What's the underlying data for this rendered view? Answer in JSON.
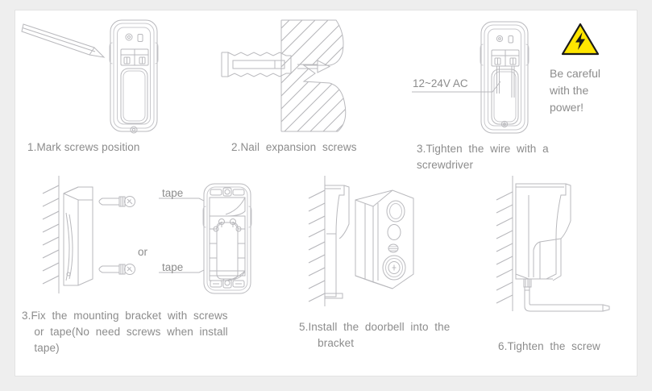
{
  "document": {
    "title": "Doorbell Installation Instructions",
    "background_color": "#eeeeee",
    "panel_color": "#ffffff",
    "text_color": "#8c8c8c",
    "line_art_color": "#b9b9bd"
  },
  "steps": [
    {
      "id": "step-1",
      "number": "1.",
      "caption": "1.Mark screws position",
      "illustration": "pencil-marking-doorbell-back-plate"
    },
    {
      "id": "step-2",
      "number": "2.",
      "caption": "2.Nail  expansion  screws",
      "illustration": "wall-anchor-into-hatched-wall"
    },
    {
      "id": "step-3",
      "number": "3.",
      "caption": "3.Tighten  the  wire  with  a\nscrewdriver",
      "illustration": "doorbell-back-with-wires-terminal",
      "wire_label": "12~24V  AC",
      "warning": {
        "icon": "electric-shock-warning-icon",
        "triangle_fill": "#FFE500",
        "triangle_stroke": "#1a1a1a",
        "bolt_color": "#1a1a1a",
        "text": "Be  careful\nwith  the\npower!"
      }
    },
    {
      "id": "step-4",
      "number": "3.",
      "caption": "3.Fix  the  mounting  bracket  with  screws\n    or  tape(No  need  screws  when  install\n    tape)",
      "illustration": "bracket-on-wall-with-screws-or-tape",
      "alt_label": "or",
      "tape_label_top": "tape",
      "tape_label_bottom": "tape"
    },
    {
      "id": "step-5",
      "number": "5.",
      "caption": "5.Install  the  doorbell  into  the\n      bracket",
      "illustration": "doorbell-sliding-into-wall-bracket"
    },
    {
      "id": "step-6",
      "number": "6.",
      "caption": "6.Tighten  the  screw",
      "illustration": "screwdriver-tightening-bottom-screw"
    }
  ]
}
